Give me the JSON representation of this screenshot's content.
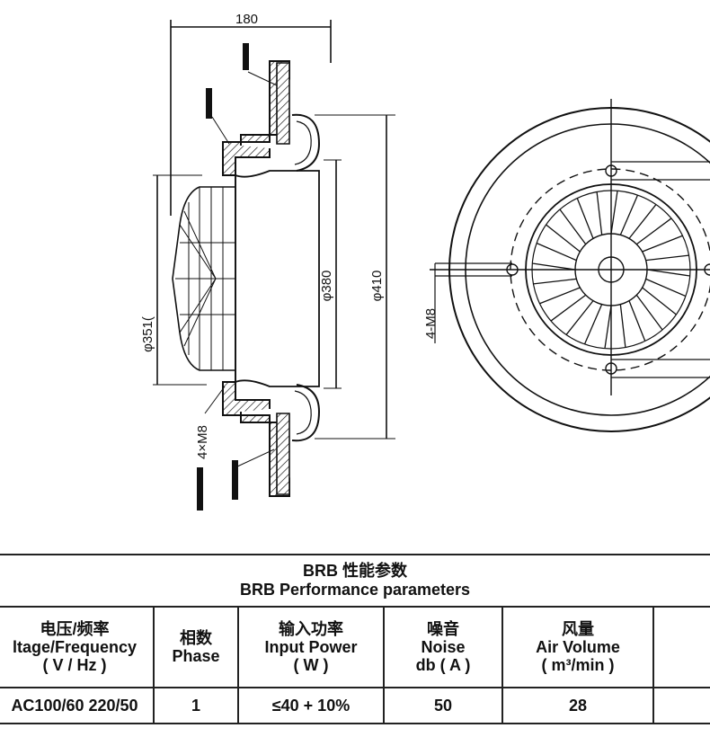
{
  "drawing": {
    "dim_width": "180",
    "dim_outer": "φ410",
    "dim_inner": "φ380",
    "dim_351": "φ351(",
    "bolt_spec": "4-M8",
    "mount_label": "4×M8",
    "colors": {
      "line": "#111111",
      "background": "#ffffff"
    }
  },
  "table": {
    "title_line1": "BRB 性能参数",
    "title_line2": "BRB Performance parameters",
    "headers": [
      {
        "cn": "电压/频率",
        "en": "ltage/Frequency",
        "unit": "( V / Hz )"
      },
      {
        "cn": "相数",
        "en": "Phase",
        "unit": ""
      },
      {
        "cn": "输入功率",
        "en": "Input Power",
        "unit": "( W )"
      },
      {
        "cn": "噪音",
        "en": "Noise",
        "unit": "db ( A )"
      },
      {
        "cn": "风量",
        "en": "Air Volume",
        "unit": "( m³/min )"
      }
    ],
    "row": [
      "AC100/60 220/50",
      "1",
      "≤40 + 10%",
      "50",
      "28"
    ]
  }
}
